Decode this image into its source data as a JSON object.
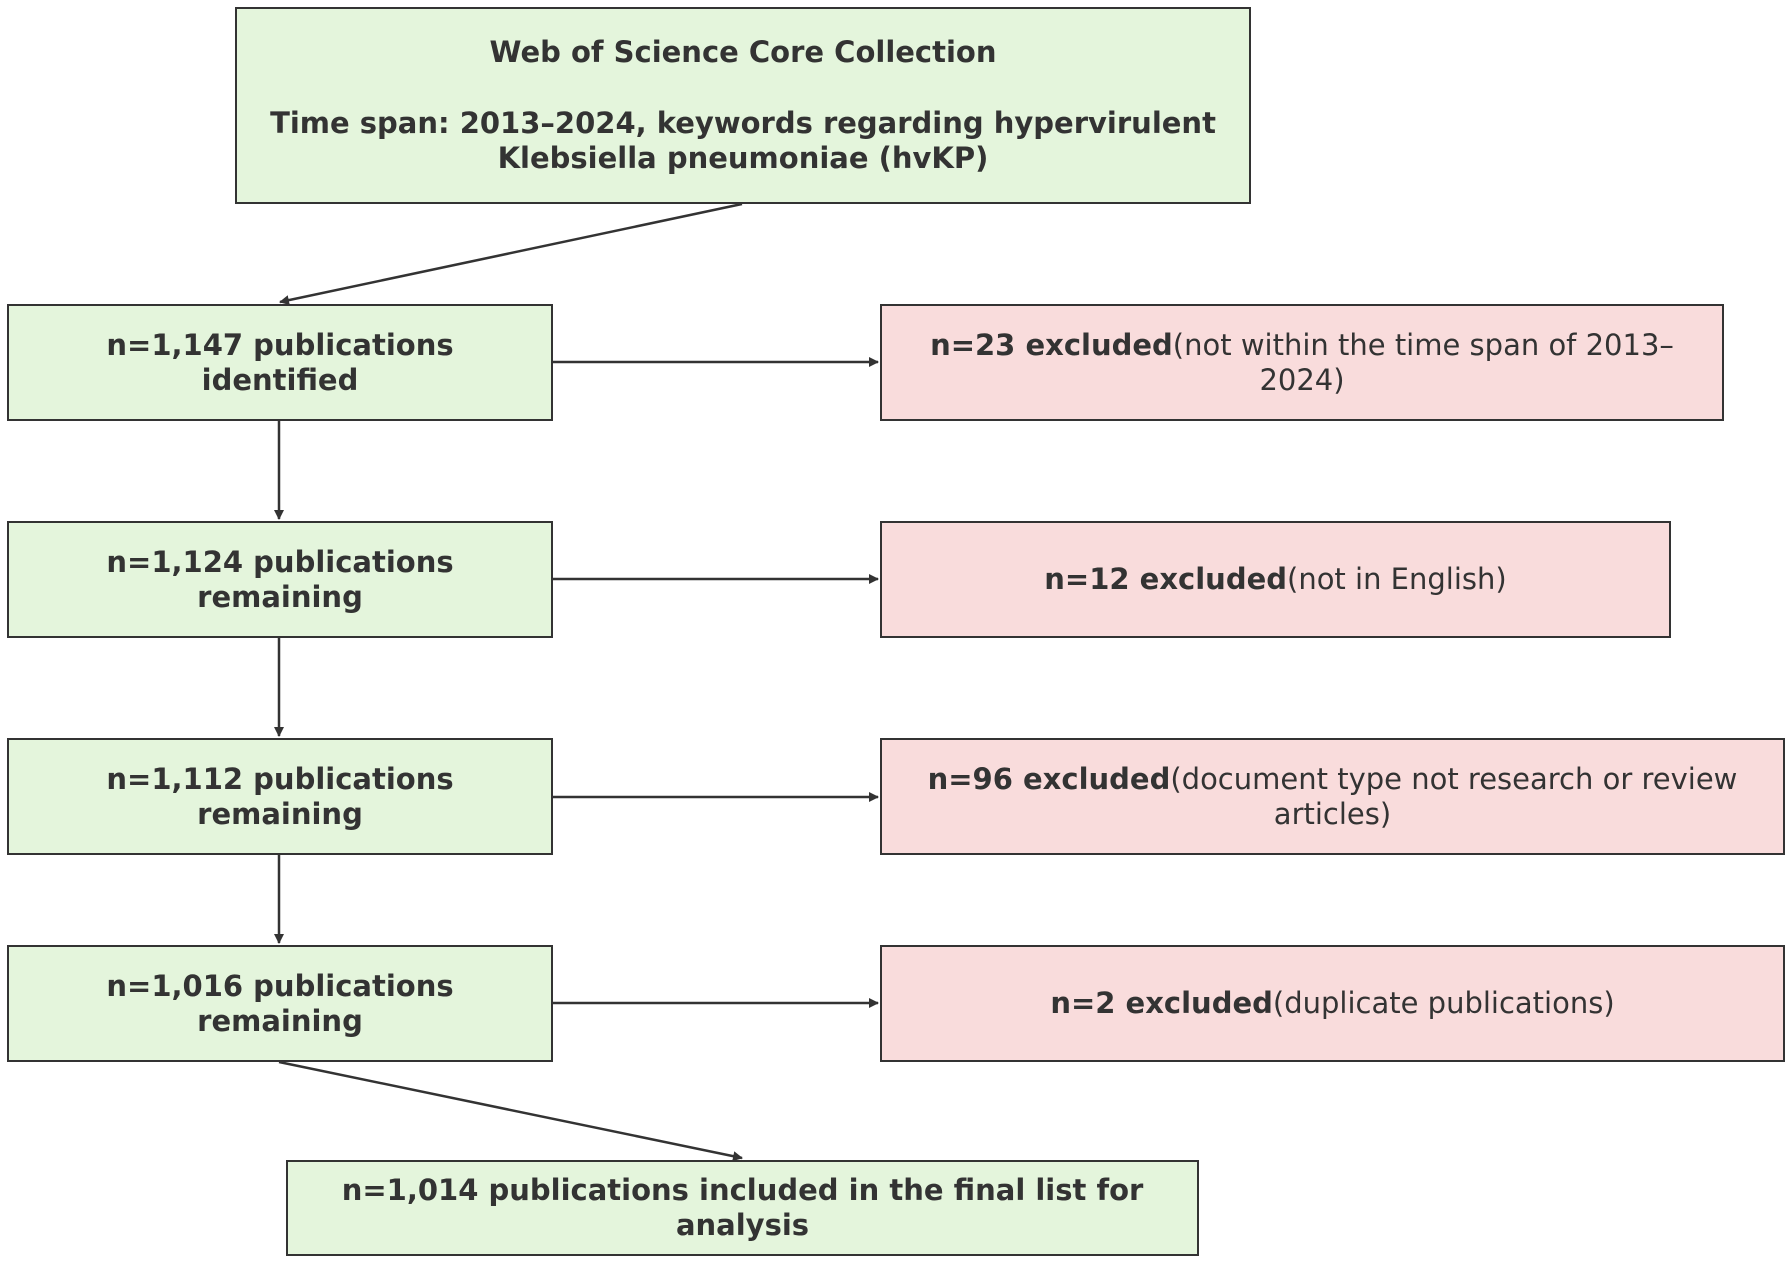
{
  "colors": {
    "included_fill": "#e4f5dc",
    "excluded_fill": "#f9dcdc",
    "stroke": "#333333"
  },
  "source": {
    "title": "Web of Science Core Collection",
    "line1": "Time span: 2013–2024, keywords regarding hypervirulent",
    "line2": "Klebsiella pneumoniae (hvKP)"
  },
  "steps": [
    {
      "text": "n=1,147 publications identified"
    },
    {
      "text": "n=1,124 publications remaining"
    },
    {
      "text": "n=1,112 publications remaining"
    },
    {
      "text": "n=1,016 publications remaining"
    }
  ],
  "exclusions": [
    {
      "count": "n=23 excluded",
      "reason": "(not within the time span of 2013–2024)"
    },
    {
      "count": "n=12 excluded",
      "reason": "(not in English)"
    },
    {
      "count": "n=96 excluded",
      "reason": "(document type not research or review",
      "reason_line2": "articles)"
    },
    {
      "count": "n=2 excluded",
      "reason": "(duplicate publications)"
    }
  ],
  "final": {
    "line1": "n=1,014 publications included in the final list for",
    "line2": "analysis"
  }
}
